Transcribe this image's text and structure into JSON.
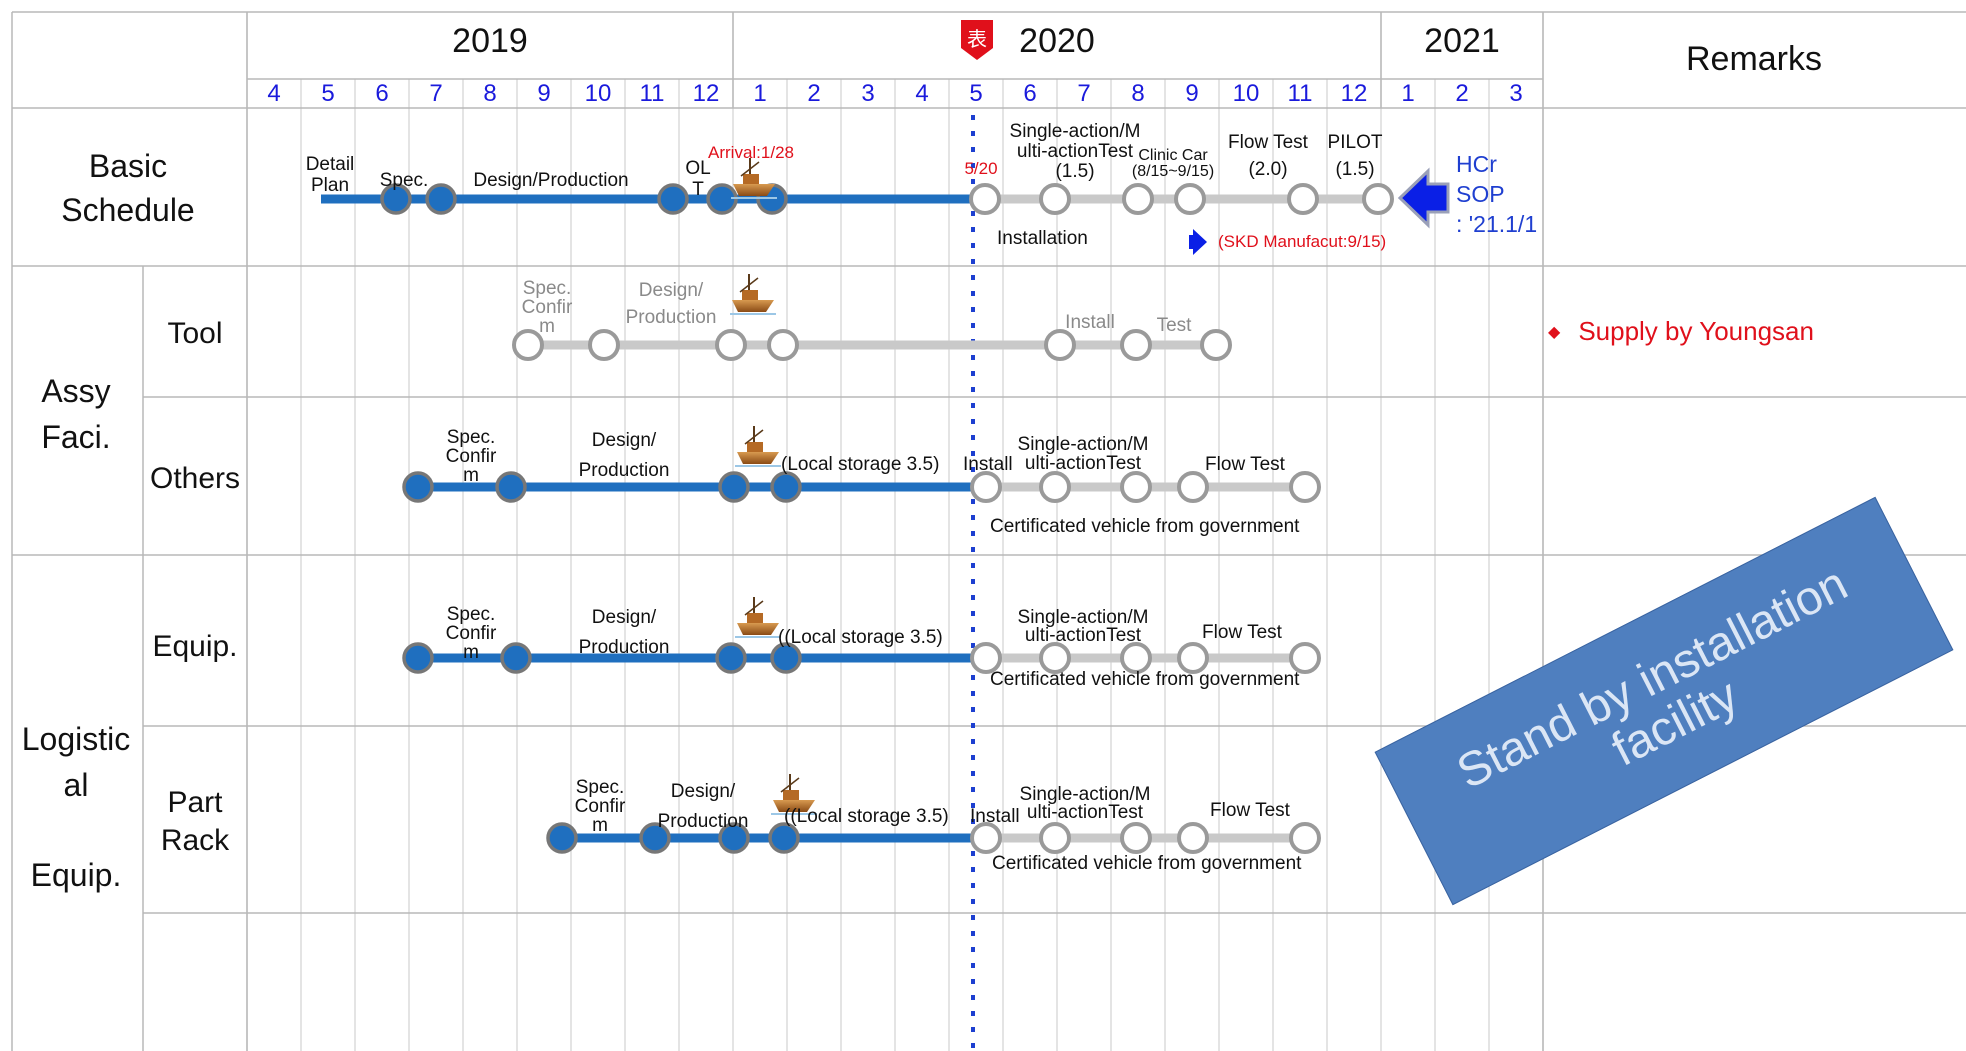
{
  "header": {
    "years": [
      "2019",
      "2020",
      "2021"
    ],
    "remarks_title": "Remarks",
    "months": [
      "4",
      "5",
      "6",
      "7",
      "8",
      "9",
      "10",
      "11",
      "12",
      "1",
      "2",
      "3",
      "4",
      "5",
      "6",
      "7",
      "8",
      "9",
      "10",
      "11",
      "12",
      "1",
      "2",
      "3"
    ],
    "today_marker_glyph": "表"
  },
  "rows": {
    "basic": "Basic Schedule",
    "assy": "Assy Faci.",
    "tool": "Tool",
    "others": "Others",
    "logistical": "Logistic al Equip.",
    "equip": "Equip.",
    "part_rack": "Part Rack"
  },
  "basic_schedule": {
    "detail_plan": "Detail Plan",
    "spec": "Spec.",
    "design_production": "Design/Production",
    "olt": "OL T",
    "arrival": "Arrival:1/28",
    "date_520": "5/20",
    "single_action": "Single-action/M ulti-actionTest (1.5)",
    "clinic_car": "Clinic Car (8/15~9/15)",
    "flow_test": "Flow Test (2.0)",
    "pilot": "PILOT (1.5)",
    "installation": "Installation",
    "skd": "(SKD Manufacut:9/15)",
    "hcr_sop": "HCr SOP : '21.1/1"
  },
  "tool": {
    "spec_confirm": "Spec. Confir m",
    "design_production": "Design/ Production",
    "install": "Install",
    "test": "Test"
  },
  "others": {
    "spec_confirm": "Spec. Confir m",
    "design_production": "Design/ Production",
    "local_storage": "(Local storage 3.5)",
    "install": "Install",
    "single_action": "Single-action/M ulti-actionTest",
    "flow_test": "Flow Test",
    "certificated": "Certificated vehicle from government"
  },
  "equip": {
    "spec_confirm": "Spec. Confir m",
    "design_production": "Design/ Production",
    "local_storage": "((Local storage 3.5)",
    "single_action": "Single-action/M ulti-actionTest",
    "flow_test": "Flow Test",
    "certificated": "Certificated vehicle from government"
  },
  "part_rack": {
    "spec_confirm": "Spec. Confir m",
    "design_production": "Design/ Production",
    "local_storage": "((Local storage 3.5)",
    "install": "Install",
    "single_action": "Single-action/M ulti-actionTest",
    "flow_test": "Flow Test",
    "certificated": "Certificated vehicle from government"
  },
  "remark_supply": "Supply by Youngsan",
  "standby_note": "Stand by installation facility",
  "colors": {
    "done_bar": "#1f6fbf",
    "plan_bar": "#c9c9c9",
    "month_text": "#1a1adc",
    "highlight_red": "#e0101b",
    "arrow_blue": "#0a1fe6",
    "today_line": "#1d3fd0"
  }
}
